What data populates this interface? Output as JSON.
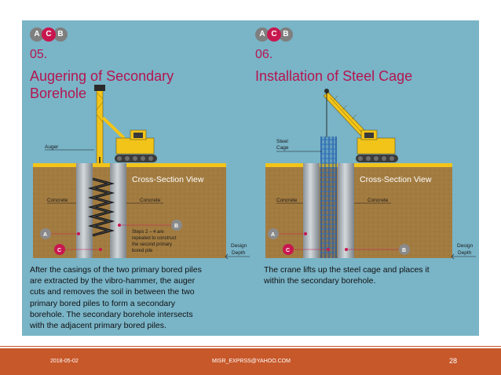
{
  "slide": {
    "footer": {
      "date": "2018-05-02",
      "email": "MISR_EXPRSS@YAHOO.COM",
      "page": "28"
    },
    "colors": {
      "panel": "#79b4c7",
      "soil": "#a27b40",
      "title": "#b5154f",
      "footer": "#c7582a",
      "crane": "#f2c41a"
    }
  },
  "left": {
    "badge": [
      "A",
      "C",
      "B"
    ],
    "number": "05.",
    "title_line1": "Augering of Secondary",
    "title_line2": "Borehole",
    "label_auger": "Auger",
    "label_concrete_left": "Concrete",
    "label_concrete_right": "Concrete",
    "label_section": "Cross-Section View",
    "label_a": "A",
    "label_b": "B",
    "label_c": "C",
    "note": [
      "Steps 2 – 4 are",
      "repeated to construct",
      "the second primary",
      "bored pile"
    ],
    "design_depth": [
      "Design",
      "Depth"
    ],
    "description": [
      "After the casings of the two primary bored piles",
      "are extracted by the vibro-hammer, the auger",
      "cuts and removes the soil in between the two",
      "primary bored piles to form a secondary",
      "borehole. The secondary borehole intersects",
      "with the adjacent primary bored piles."
    ]
  },
  "right": {
    "badge": [
      "A",
      "C",
      "B"
    ],
    "number": "06.",
    "title": "Installation of Steel Cage",
    "label_cage": [
      "Steel",
      "Cage"
    ],
    "label_concrete_left": "Concrete",
    "label_concrete_right": "Concrete",
    "label_section": "Cross-Section View",
    "label_a": "A",
    "label_b": "B",
    "label_c": "C",
    "design_depth": [
      "Design",
      "Depth"
    ],
    "description": [
      "The crane lifts up the steel cage and places it",
      "within the secondary borehole."
    ]
  }
}
